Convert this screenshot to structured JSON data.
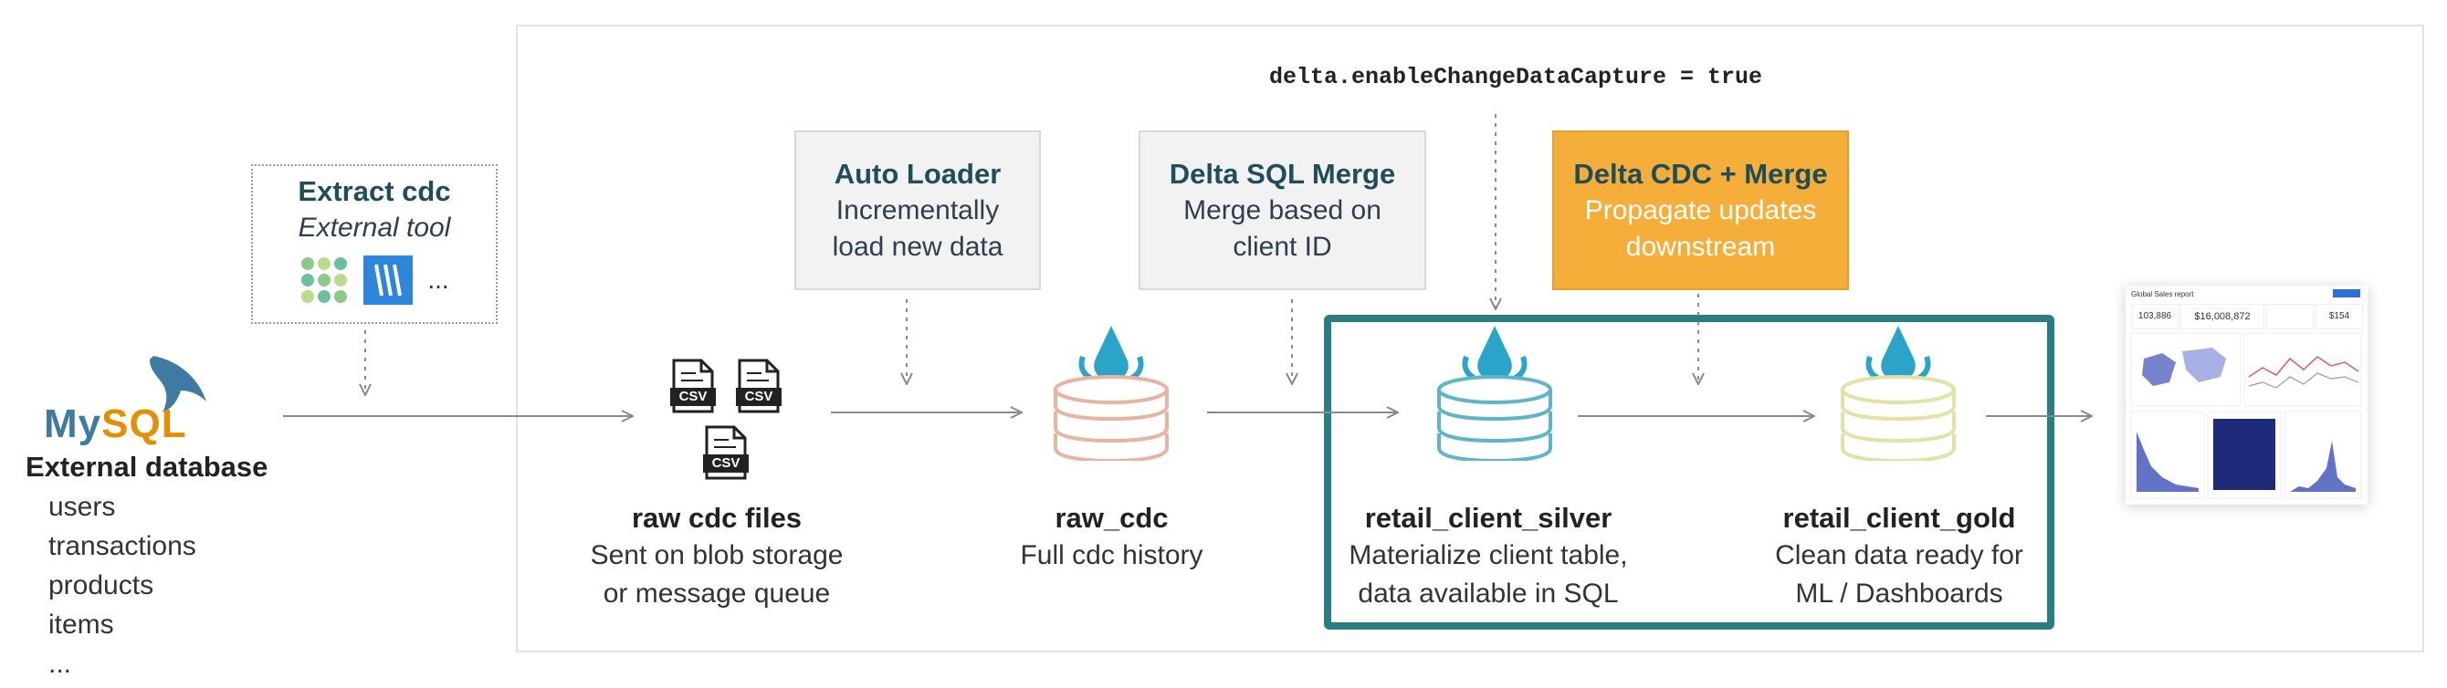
{
  "flag": "delta.enableChangeDataCapture = true",
  "extract": {
    "title": "Extract cdc",
    "subtitle": "External tool",
    "more": "..."
  },
  "source": {
    "logo_text": "MySQL",
    "title": "External database",
    "tables": [
      "users",
      "transactions",
      "products",
      "items",
      "..."
    ]
  },
  "steps": [
    {
      "title": "Auto Loader",
      "line1": "Incrementally",
      "line2": "load new data"
    },
    {
      "title": "Delta SQL Merge",
      "line1": "Merge based on",
      "line2": "client ID"
    },
    {
      "title": "Delta CDC + Merge",
      "line1": "Propagate updates",
      "line2": "downstream"
    }
  ],
  "csv_label": "CSV",
  "stages": [
    {
      "title": "raw cdc files",
      "line1": "Sent on blob storage",
      "line2": "or message queue"
    },
    {
      "title": "raw_cdc",
      "line1": "Full cdc history",
      "line2": ""
    },
    {
      "title": "retail_client_silver",
      "line1": "Materialize client table,",
      "line2": "data available in SQL"
    },
    {
      "title": "retail_client_gold",
      "line1": "Clean data ready for",
      "line2": "ML / Dashboards"
    }
  ],
  "colors": {
    "bronze": "#e8b4a2",
    "silver": "#5db5c9",
    "gold": "#e3e2a6",
    "delta": "#2aa4c8",
    "frame": "#2a7d82",
    "orange": "#f5ae39"
  },
  "dashboard": {
    "title": "Global Sales report",
    "kpis": [
      "103,886",
      "$16,008,872",
      "$154"
    ]
  }
}
